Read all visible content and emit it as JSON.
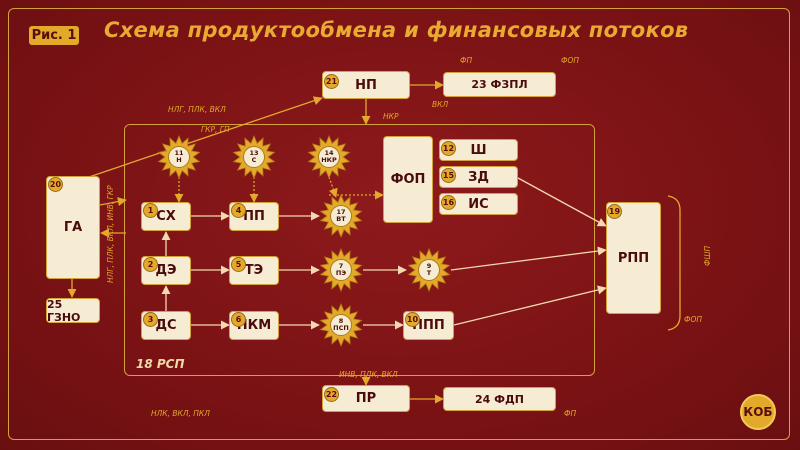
{
  "figure_label": "Рис. 1",
  "title": "Схема продуктообмена и финансовых потоков",
  "rsp_label": "18 РСП",
  "logo": "КОБ",
  "boxes": {
    "ga": {
      "num": "20",
      "label": "ГА"
    },
    "gzno": {
      "label": "25 ГЗНО"
    },
    "np": {
      "num": "21",
      "label": "НП"
    },
    "fzpl": {
      "label": "23 ФЗПЛ"
    },
    "sx": {
      "num": "1",
      "label": "СХ"
    },
    "de": {
      "num": "2",
      "label": "ДЭ"
    },
    "ds": {
      "num": "3",
      "label": "ДС"
    },
    "pp": {
      "num": "4",
      "label": "ПП"
    },
    "te": {
      "num": "5",
      "label": "ТЭ"
    },
    "pkm": {
      "num": "6",
      "label": "ПКМ"
    },
    "fop": {
      "label": "ФОП"
    },
    "sh": {
      "num": "12",
      "label": "Ш"
    },
    "zd": {
      "num": "15",
      "label": "ЗД"
    },
    "is": {
      "num": "16",
      "label": "ИС"
    },
    "ppp": {
      "num": "10",
      "label": "ППП"
    },
    "rpp": {
      "num": "19",
      "label": "РПП"
    },
    "pr": {
      "num": "22",
      "label": "ПР"
    },
    "fdp": {
      "label": "24 ФДП"
    }
  },
  "suns": {
    "s11": {
      "num": "11",
      "label": "Н"
    },
    "s13": {
      "num": "13",
      "label": "С"
    },
    "s14": {
      "num": "14",
      "label": "НКР"
    },
    "s17": {
      "num": "17",
      "label": "ВТ"
    },
    "s7": {
      "num": "7",
      "label": "ПЭ"
    },
    "s9": {
      "num": "9",
      "label": "Т"
    },
    "s8": {
      "num": "8",
      "label": "ПСП"
    }
  },
  "labels": {
    "nlg_plk_vkl": "НЛГ, ПЛК, ВКЛ",
    "gkr_gp": "ГКР, ГП",
    "fp_top": "ФП",
    "fop_top": "ФОП",
    "vkl": "ВКЛ",
    "nkr": "НКР",
    "left_vertical": "НЛГ, ПЛК, ВКЛ, ИНВ, ГКР",
    "fshp": "ФШП",
    "fop_right": "ФОП",
    "inv_plk_vkl": "ИНВ, ПЛК, ВКЛ",
    "nlk_vkl_pkl": "НЛК, ВКЛ, ПКЛ",
    "fp_bottom": "ФП"
  }
}
